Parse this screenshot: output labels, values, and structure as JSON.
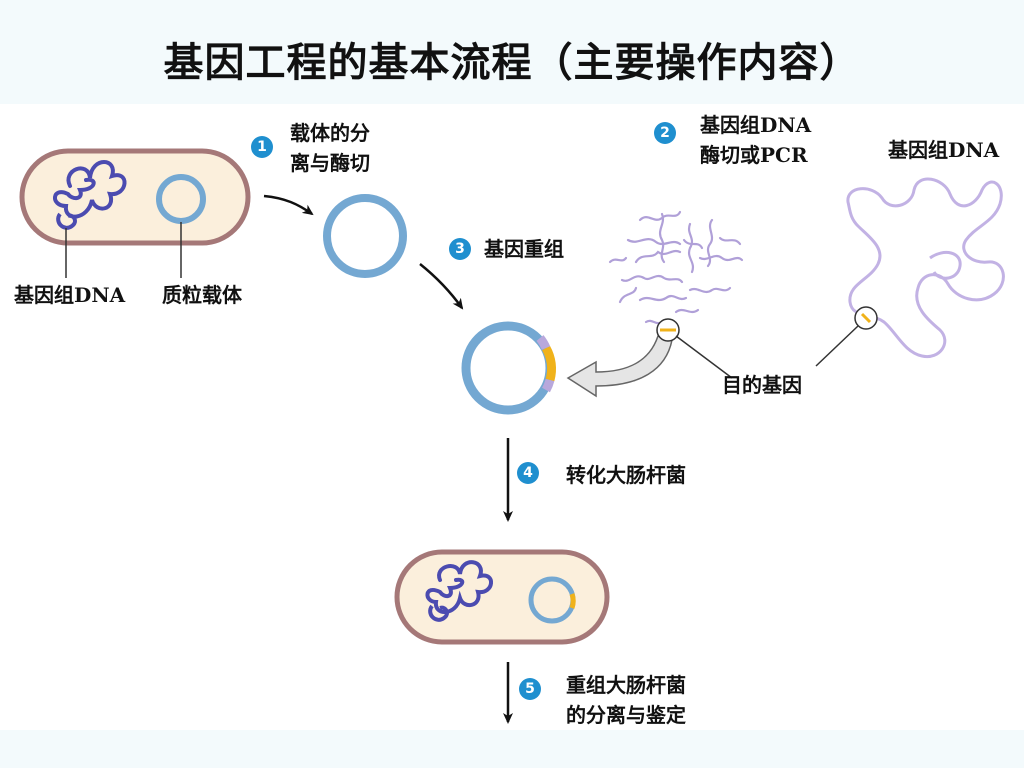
{
  "title": "基因工程的基本流程（主要操作内容）",
  "colors": {
    "cell_fill": "#fbefdc",
    "cell_border": "#a57878",
    "plasmid": "#74a8d2",
    "dna_chromosome": "#4b4bb0",
    "dna_genomic": "#b8a8dc",
    "target_gene": "#f0b21a",
    "step_badge": "#1f8fcf",
    "arrow": "#111111",
    "big_arrow_fill": "#e5e5e5"
  },
  "labels": {
    "genomic_dna_left": "基因组DNA",
    "plasmid_vector": "质粒载体",
    "genomic_dna_right": "基因组DNA",
    "target_gene": "目的基因"
  },
  "steps": [
    {
      "number": "1",
      "lines": [
        "载体的分",
        "离与酶切"
      ]
    },
    {
      "number": "2",
      "lines": [
        "基因组DNA",
        "酶切或PCR"
      ]
    },
    {
      "number": "3",
      "lines": [
        "基因重组"
      ]
    },
    {
      "number": "4",
      "lines": [
        "转化大肠杆菌"
      ]
    },
    {
      "number": "5",
      "lines": [
        "重组大肠杆菌",
        "的分离与鉴定"
      ]
    }
  ]
}
